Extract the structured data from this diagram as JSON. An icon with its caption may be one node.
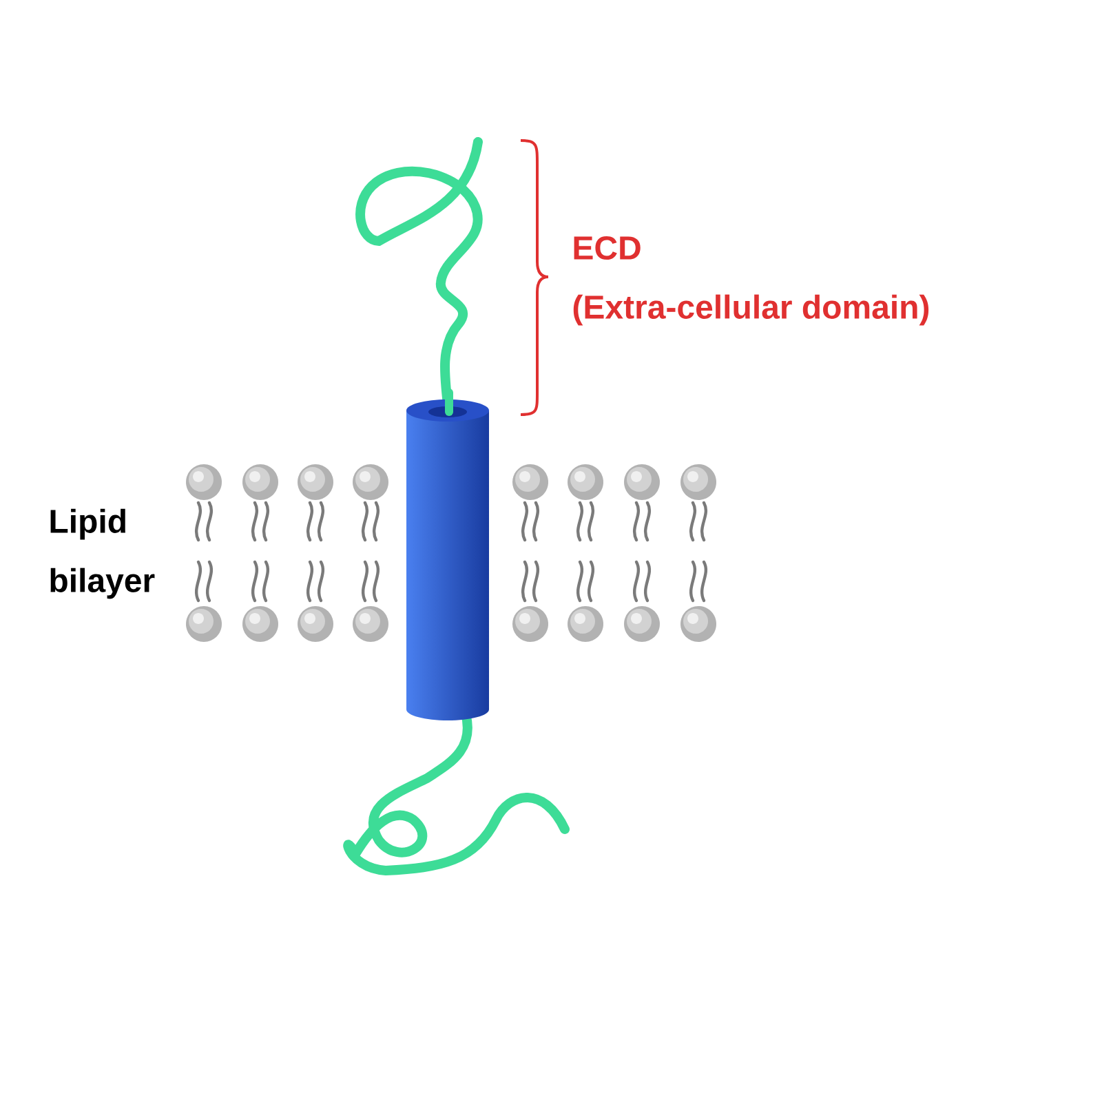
{
  "diagram": {
    "labels": [
      "ECD",
      "(Extra-cellular domain)",
      "Lipid bilayer"
    ]
  }
}
